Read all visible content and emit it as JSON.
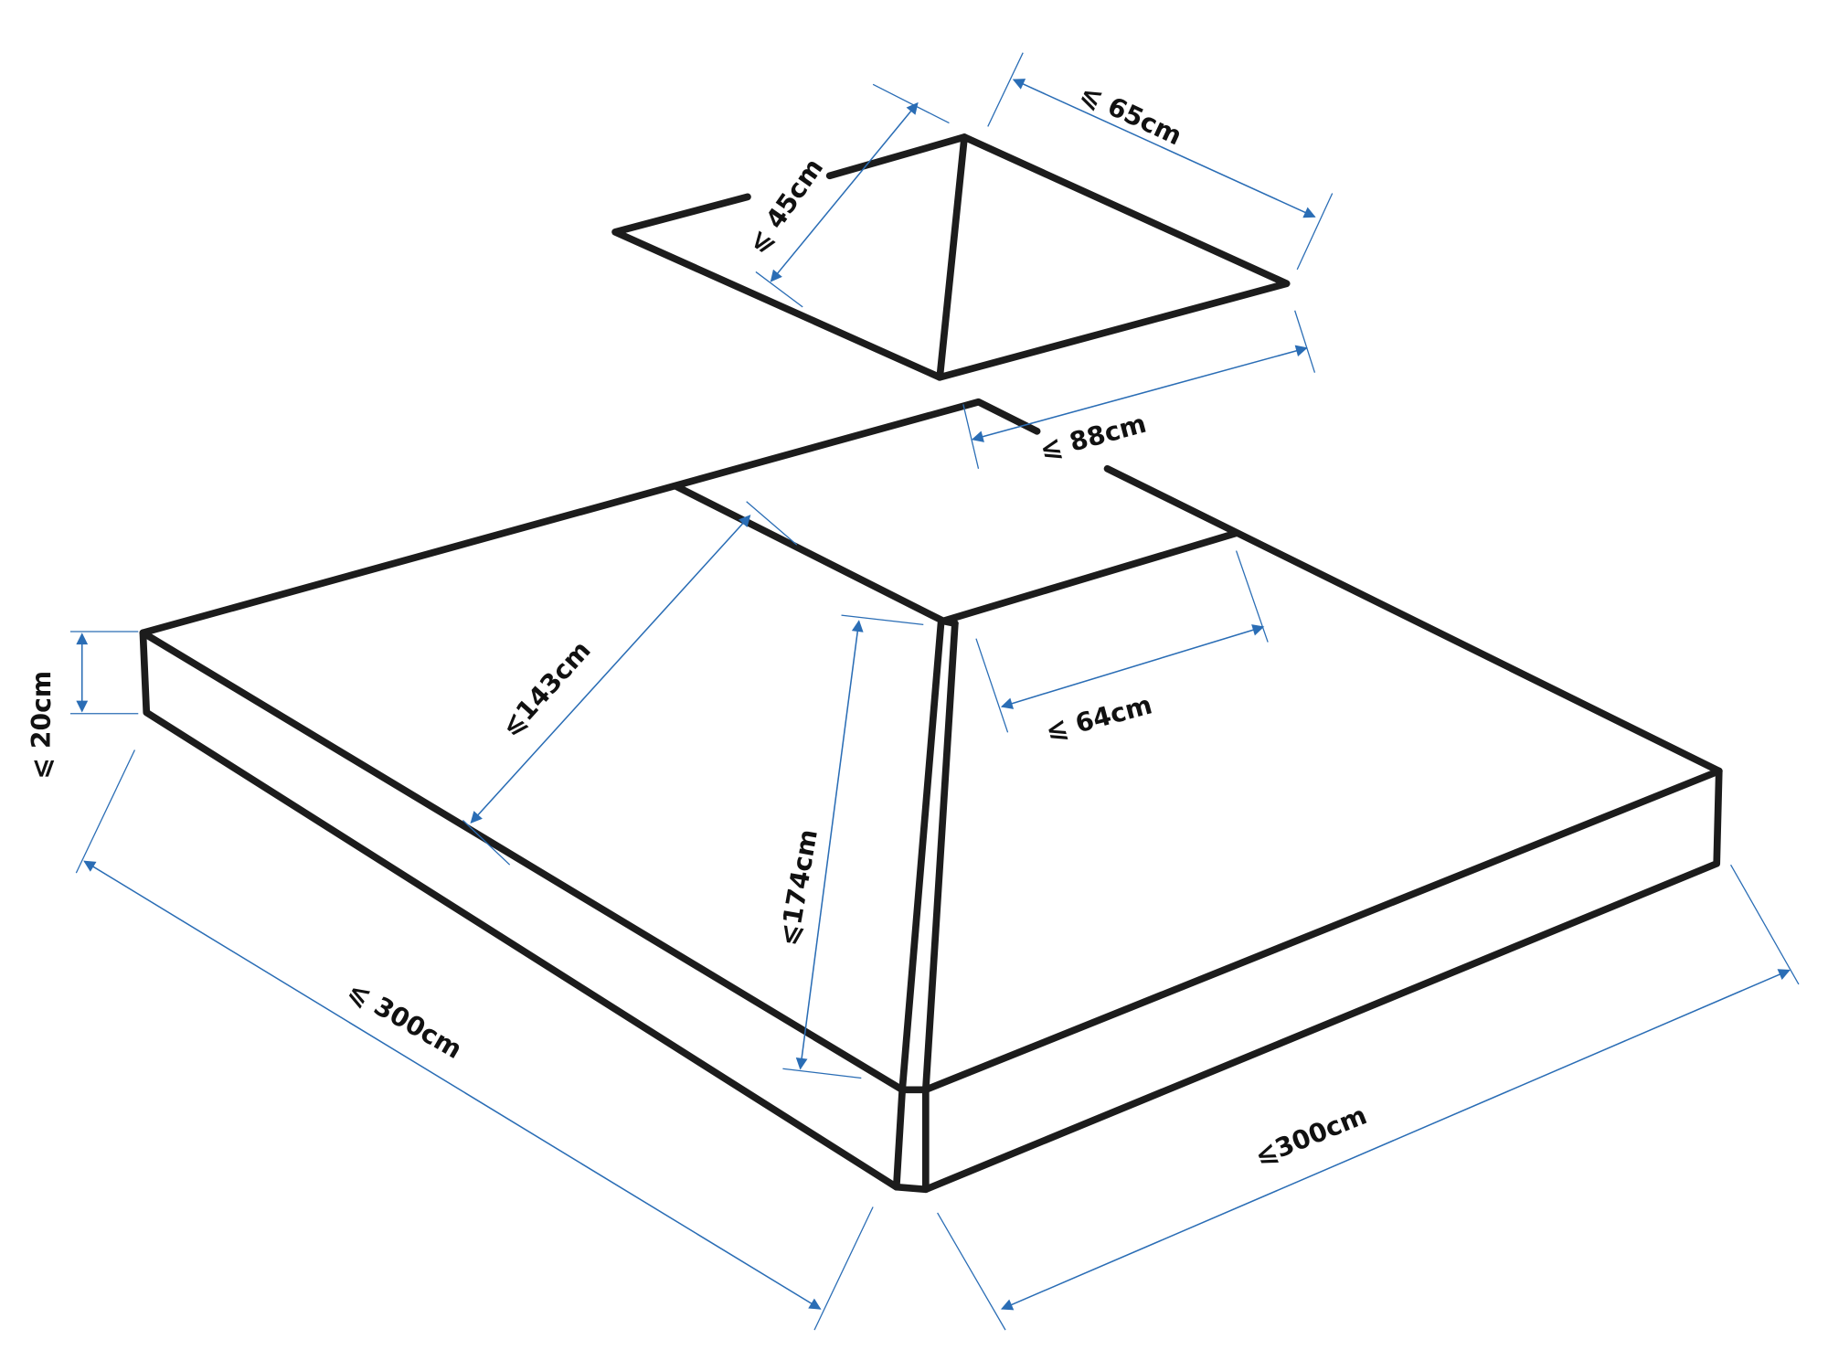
{
  "diagram": {
    "labels": {
      "top_width": "⩽ 65cm",
      "top_depth": "⩽ 45cm",
      "top_base": "⩽ 88cm",
      "slope": "⩽143cm",
      "inner_top": "⩽ 64cm",
      "corner_slope": "⩽174cm",
      "skirt_height": "⩽ 20cm",
      "left_length": "⩽ 300cm",
      "right_length": "⩽300cm"
    },
    "colors": {
      "outline": "#1c1c1c",
      "dimension": "#2a6db5"
    }
  }
}
